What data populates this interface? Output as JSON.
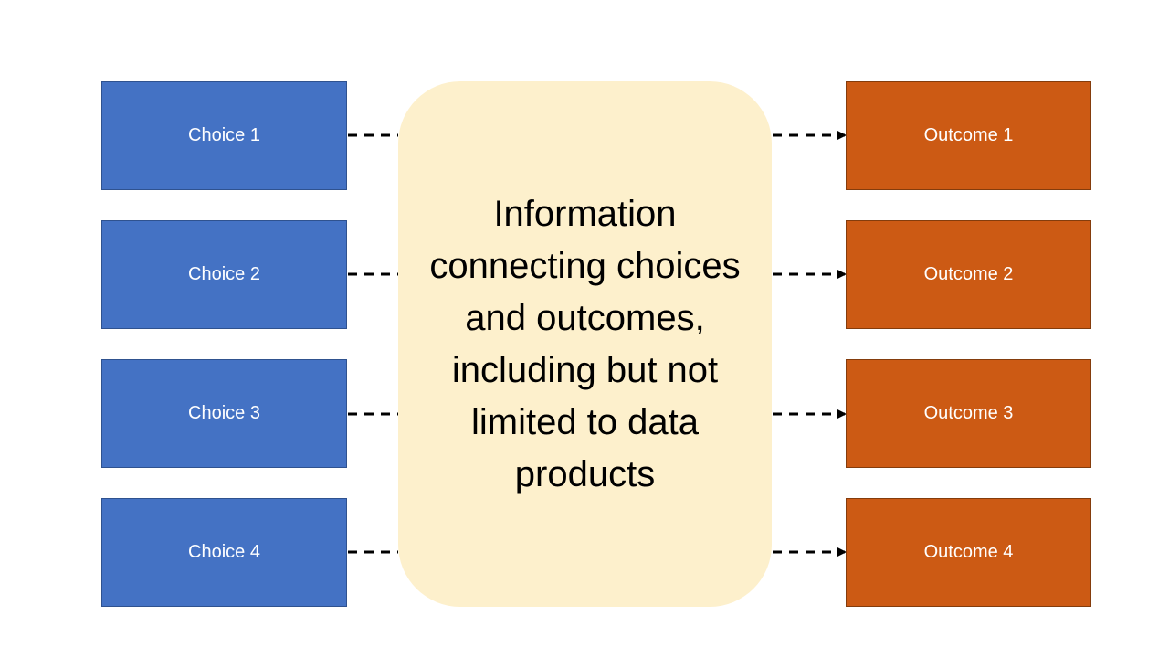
{
  "choices": [
    {
      "label": "Choice 1"
    },
    {
      "label": "Choice 2"
    },
    {
      "label": "Choice 3"
    },
    {
      "label": "Choice 4"
    }
  ],
  "outcomes": [
    {
      "label": "Outcome 1"
    },
    {
      "label": "Outcome 2"
    },
    {
      "label": "Outcome 3"
    },
    {
      "label": "Outcome 4"
    }
  ],
  "center": {
    "text": "Information connecting choices and outcomes, including but not limited to data products"
  },
  "colors": {
    "choice_fill": "#4472c4",
    "outcome_fill": "#cc5a14",
    "center_fill": "#fdf0cc",
    "connector": "#000000"
  }
}
